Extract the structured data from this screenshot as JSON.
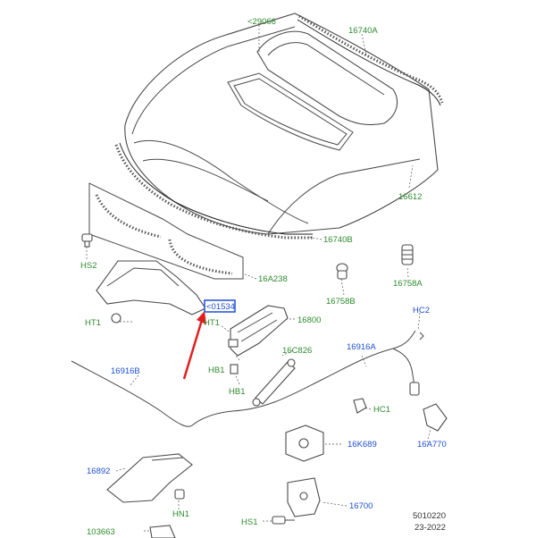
{
  "colors": {
    "part_green": "#2e8b2e",
    "part_blue": "#1f4fd1",
    "arrow_red": "#e02020"
  },
  "labels": {
    "p29066": "<29066",
    "p16740A": "16740A",
    "p16612": "16612",
    "p16740B": "16740B",
    "pHS2": "HS2",
    "p16A238": "16A238",
    "p16758B": "16758B",
    "p16758A": "16758A",
    "p01534": "<01534",
    "pHT1a": "HT1",
    "pHT1b": "HT1",
    "p16800": "16800",
    "p16C826": "16C826",
    "pHB1a": "HB1",
    "pHB1b": "HB1",
    "p16916A": "16916A",
    "pHC2": "HC2",
    "p16916B": "16916B",
    "pHC1": "HC1",
    "p16K689": "16K689",
    "p16A770": "16A770",
    "p16892": "16892",
    "p16700": "16700",
    "pHN1": "HN1",
    "pHS1": "HS1",
    "p103663": "103663"
  },
  "footer": {
    "code": "5010220",
    "date": "23-2022"
  }
}
